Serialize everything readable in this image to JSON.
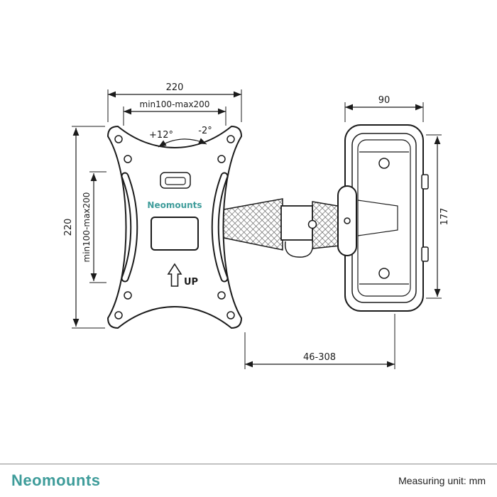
{
  "labels": {
    "width_outer": "220",
    "width_inner": "min100-max200",
    "height_outer": "220",
    "height_inner": "min100-max200",
    "tilt_up": "+12°",
    "tilt_down": "-2°",
    "bracket_width": "90",
    "bracket_height": "177",
    "extension_range": "46-308",
    "up": "UP",
    "plate_logo": "Neomounts"
  },
  "footer": {
    "brand": "Neomounts",
    "unit_note": "Measuring unit: mm"
  },
  "colors": {
    "brand_teal": "#3E9C9A",
    "line_color": "#1b1b1b",
    "background": "#ffffff"
  }
}
